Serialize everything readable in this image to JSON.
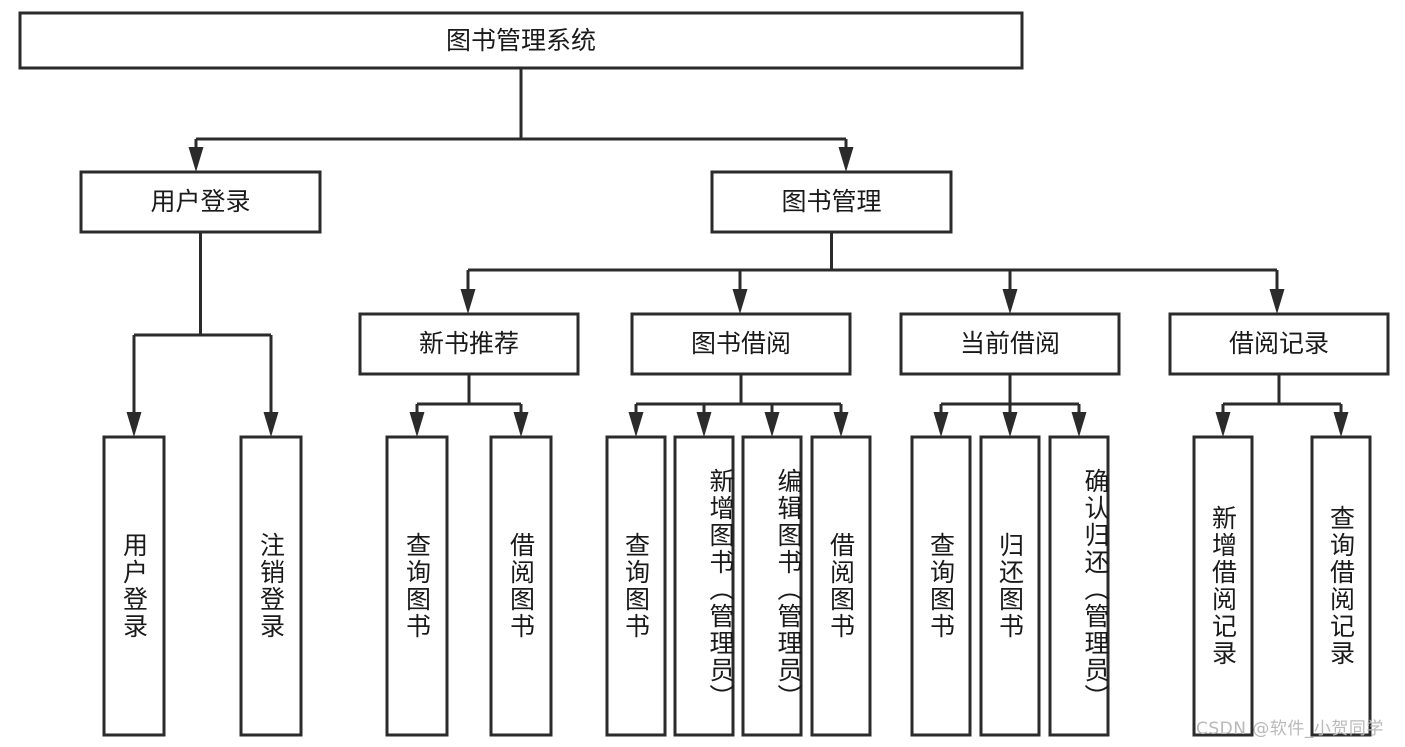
{
  "diagram": {
    "title": "图书管理系统",
    "type": "hierarchy-tree",
    "root": {
      "id": "root",
      "label": "图书管理系统",
      "orientation": "horizontal"
    },
    "level2": [
      {
        "id": "user-login",
        "label": "用户登录",
        "orientation": "horizontal"
      },
      {
        "id": "book-manage",
        "label": "图书管理",
        "orientation": "horizontal"
      }
    ],
    "level3": [
      {
        "id": "new-book-recommend",
        "label": "新书推荐",
        "parent": "book-manage",
        "orientation": "horizontal"
      },
      {
        "id": "book-borrow",
        "label": "图书借阅",
        "parent": "book-manage",
        "orientation": "horizontal"
      },
      {
        "id": "current-borrow",
        "label": "当前借阅",
        "parent": "book-manage",
        "orientation": "horizontal"
      },
      {
        "id": "borrow-record",
        "label": "借阅记录",
        "parent": "book-manage",
        "orientation": "horizontal"
      }
    ],
    "leaves": [
      {
        "id": "leaf-user-login",
        "label": "用户登录",
        "parent": "user-login",
        "orientation": "vertical"
      },
      {
        "id": "leaf-logout-login",
        "label": "注销登录",
        "parent": "user-login",
        "orientation": "vertical"
      },
      {
        "id": "leaf-query-book-1",
        "label": "查询图书",
        "parent": "new-book-recommend",
        "orientation": "vertical"
      },
      {
        "id": "leaf-borrow-book-1",
        "label": "借阅图书",
        "parent": "new-book-recommend",
        "orientation": "vertical"
      },
      {
        "id": "leaf-query-book-2",
        "label": "查询图书",
        "parent": "book-borrow",
        "orientation": "vertical"
      },
      {
        "id": "leaf-add-book",
        "label": "新增图书（管理员）",
        "parent": "book-borrow",
        "orientation": "vertical"
      },
      {
        "id": "leaf-edit-book",
        "label": "编辑图书（管理员）",
        "parent": "book-borrow",
        "orientation": "vertical"
      },
      {
        "id": "leaf-borrow-book-2",
        "label": "借阅图书",
        "parent": "book-borrow",
        "orientation": "vertical"
      },
      {
        "id": "leaf-query-book-3",
        "label": "查询图书",
        "parent": "current-borrow",
        "orientation": "vertical"
      },
      {
        "id": "leaf-return-book",
        "label": "归还图书",
        "parent": "current-borrow",
        "orientation": "vertical"
      },
      {
        "id": "leaf-confirm-return",
        "label": "确认归还（管理员）",
        "parent": "current-borrow",
        "orientation": "vertical"
      },
      {
        "id": "leaf-add-record",
        "label": "新增借阅记录",
        "parent": "borrow-record",
        "orientation": "vertical"
      },
      {
        "id": "leaf-query-record",
        "label": "查询借阅记录",
        "parent": "borrow-record",
        "orientation": "vertical"
      }
    ],
    "colors": {
      "stroke": "#2b2b2b",
      "fill": "#ffffff",
      "text": "#1a1a1a",
      "background": "#ffffff",
      "watermark": "#b9b9b9"
    }
  },
  "watermark": {
    "text": "CSDN @软件_小贺同学"
  }
}
